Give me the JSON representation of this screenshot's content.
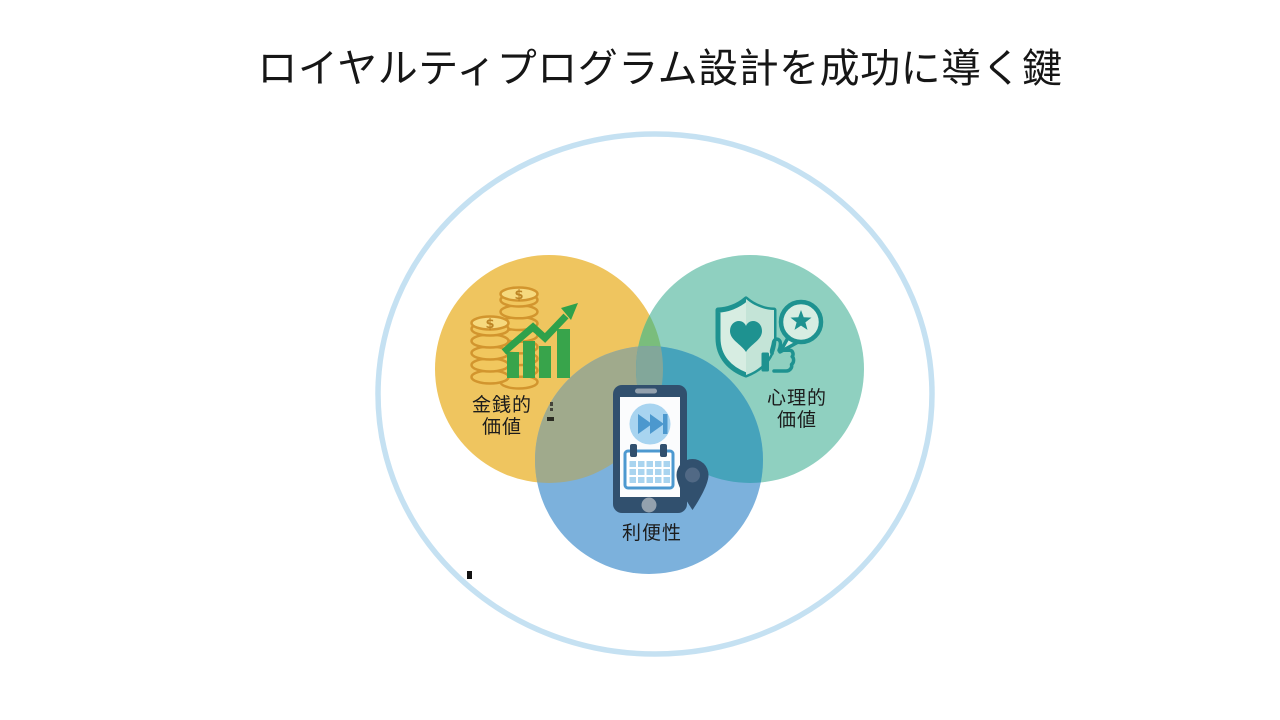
{
  "slide": {
    "title": "ロイヤルティプログラム設計を成功に導く鍵",
    "title_color": "#161616",
    "background_color": "#FFFFFF"
  },
  "venn": {
    "outer_ring_color": "#C5E1F2",
    "label_color": "#1C1C1C",
    "sets": [
      {
        "name": "monetary-value",
        "label": [
          "金銭的",
          "価値"
        ],
        "fill": "#EFC55F",
        "icon": "coins-and-growth-chart",
        "icon_colors": {
          "coin_gold": "#F1C75E",
          "coin_outline": "#D2952E",
          "chart_green": "#38A44B",
          "arrow_green": "#2FA14B"
        }
      },
      {
        "name": "psychological-value",
        "label": [
          "心理的",
          "価値"
        ],
        "fill": "#8FD0C0",
        "icon": "shield-heart-speech-bubble-star-thumbs-up",
        "icon_colors": {
          "teal_dark": "#1E9290",
          "mint_light": "#D7EDE2"
        }
      },
      {
        "name": "convenience",
        "label": [
          "利便性"
        ],
        "fill": "#7CB1DC",
        "icon": "smartphone-calendar-location-pin",
        "icon_colors": {
          "navy": "#31506E",
          "app_blue": "#4C98CE",
          "light_blue": "#A8D4F0",
          "gray": "#93A1AE"
        }
      }
    ],
    "overlaps": {
      "monetary_psychological": "#7ABD7C",
      "monetary_convenience": "#A0AA8C",
      "psychological_convenience": "#46A3BB",
      "center": "#82A79A"
    }
  }
}
